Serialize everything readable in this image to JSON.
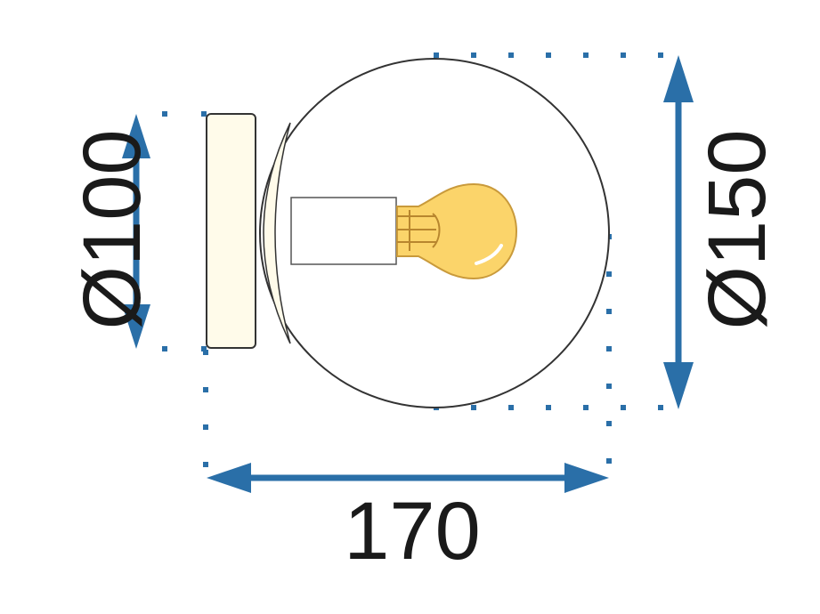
{
  "dimensions": {
    "base_diameter": "Ø100",
    "globe_diameter": "Ø150",
    "total_depth": "170"
  },
  "colors": {
    "arrow": "#2a6fa8",
    "dots": "#2a6fa8",
    "base_fill": "#fffbea",
    "bulb_fill": "#fbd46a",
    "bulb_stroke": "#c99a3b",
    "outline": "#333333",
    "text": "#1a1a1a"
  },
  "icons": {
    "base": "wall-mount-base-icon",
    "globe": "glass-globe-icon",
    "bulb": "light-bulb-icon"
  }
}
